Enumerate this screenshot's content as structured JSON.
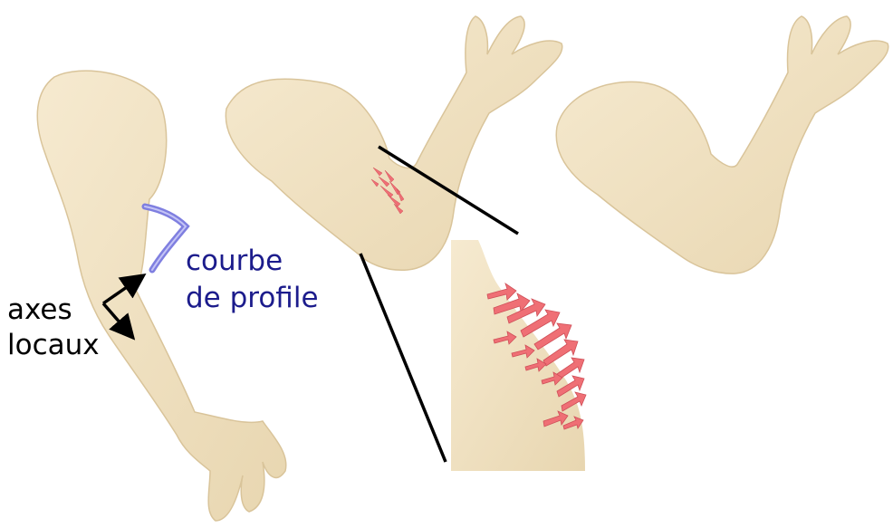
{
  "figure": {
    "labels": {
      "axes_line1": "axes",
      "axes_line2": "locaux",
      "curve_line1": "courbe",
      "curve_line2": "de profile"
    },
    "colors": {
      "skin": "#f1e2c0",
      "skin_shadow": "#e6d3ab",
      "outline": "#d9c49a",
      "arrow": "#ef6f75",
      "arrow_dark": "#cf4f58",
      "profile_curve": "#7f7fe0",
      "profile_label": "#1c1c8c",
      "axes": "#000000",
      "zoom_lines": "#000000"
    },
    "panels": [
      "arm-with-axes-and-profile",
      "bent-arm-with-force-arrows",
      "deformed-bent-arm"
    ]
  }
}
